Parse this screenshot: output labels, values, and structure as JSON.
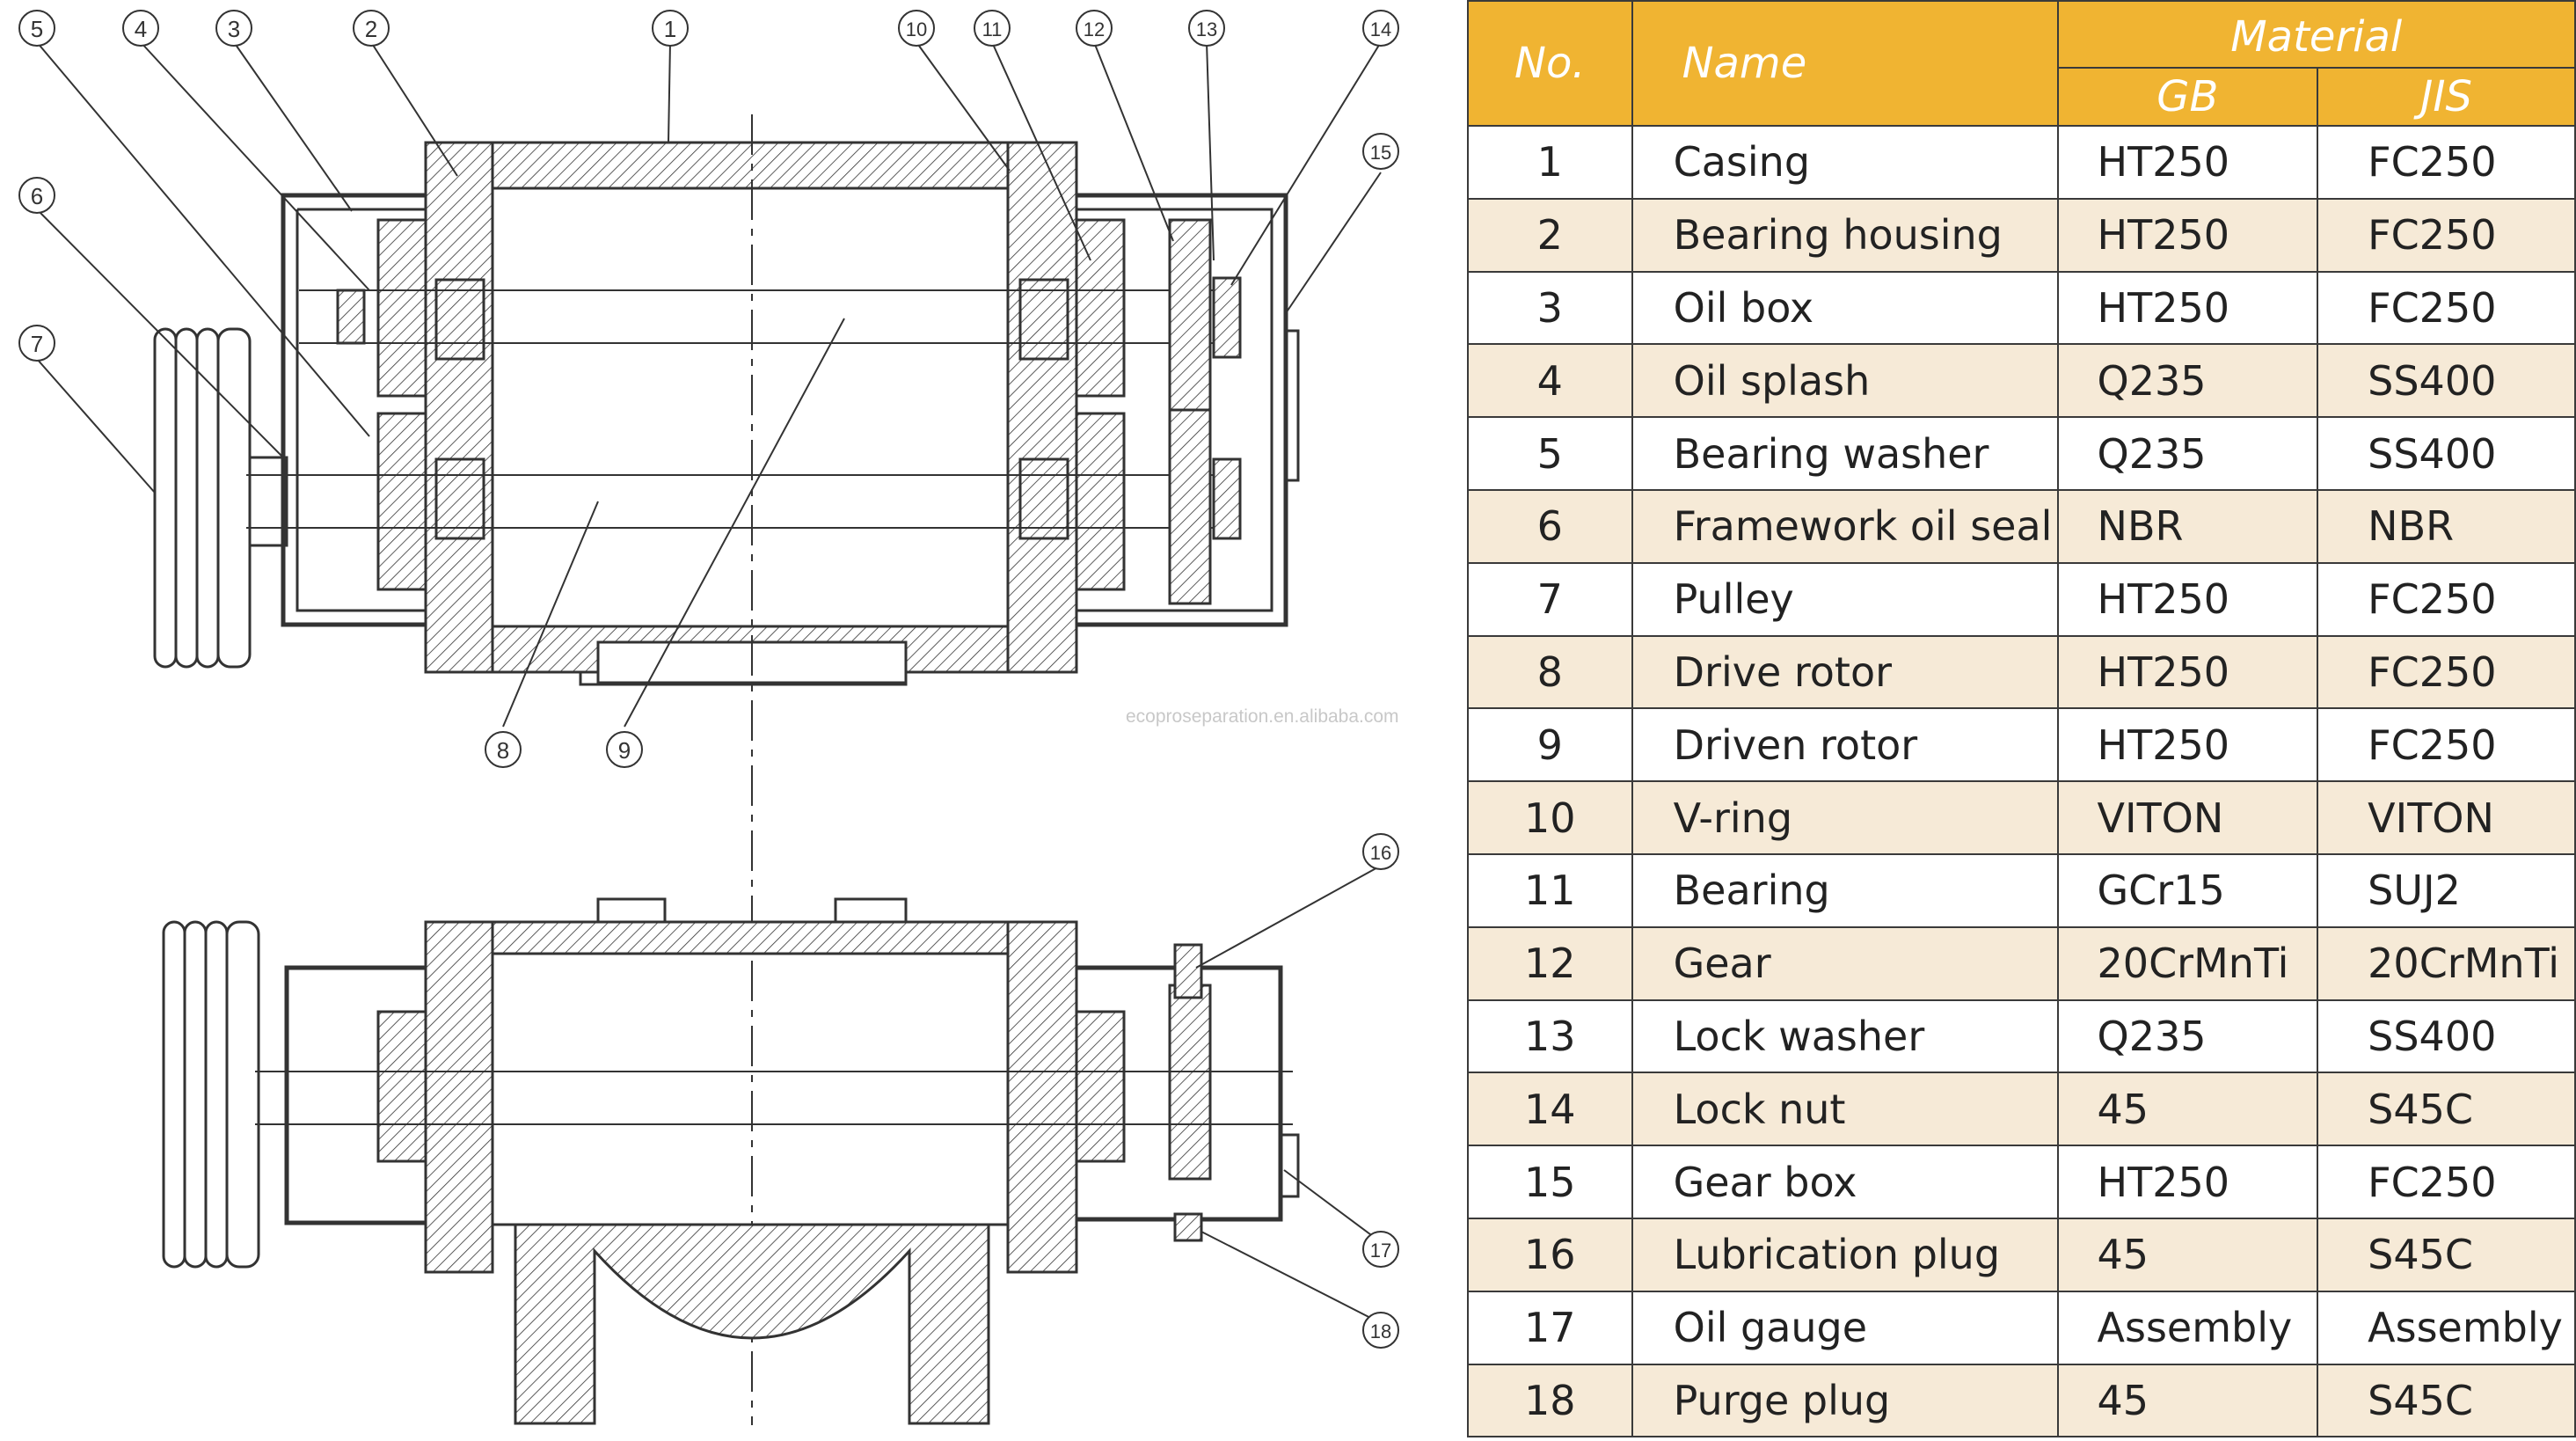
{
  "watermark": "ecoproseparation.en.alibaba.com",
  "callouts": [
    "1",
    "2",
    "3",
    "4",
    "5",
    "6",
    "7",
    "8",
    "9",
    "10",
    "11",
    "12",
    "13",
    "14",
    "15",
    "16",
    "17",
    "18"
  ],
  "table": {
    "headers": {
      "no": "No.",
      "name": "Name",
      "material": "Material",
      "gb": "GB",
      "jis": "JIS"
    },
    "rows": [
      {
        "no": "1",
        "name": "Casing",
        "gb": "HT250",
        "jis": "FC250"
      },
      {
        "no": "2",
        "name": "Bearing housing",
        "gb": "HT250",
        "jis": "FC250"
      },
      {
        "no": "3",
        "name": "Oil box",
        "gb": "HT250",
        "jis": "FC250"
      },
      {
        "no": "4",
        "name": "Oil splash",
        "gb": "Q235",
        "jis": "SS400"
      },
      {
        "no": "5",
        "name": "Bearing washer",
        "gb": "Q235",
        "jis": "SS400"
      },
      {
        "no": "6",
        "name": "Framework oil seal",
        "gb": "NBR",
        "jis": "NBR"
      },
      {
        "no": "7",
        "name": "Pulley",
        "gb": "HT250",
        "jis": "FC250"
      },
      {
        "no": "8",
        "name": "Drive rotor",
        "gb": "HT250",
        "jis": "FC250"
      },
      {
        "no": "9",
        "name": "Driven rotor",
        "gb": "HT250",
        "jis": "FC250"
      },
      {
        "no": "10",
        "name": "V-ring",
        "gb": "VITON",
        "jis": "VITON"
      },
      {
        "no": "11",
        "name": "Bearing",
        "gb": "GCr15",
        "jis": "SUJ2"
      },
      {
        "no": "12",
        "name": "Gear",
        "gb": "20CrMnTi",
        "jis": "20CrMnTi"
      },
      {
        "no": "13",
        "name": "Lock washer",
        "gb": "Q235",
        "jis": "SS400"
      },
      {
        "no": "14",
        "name": "Lock nut",
        "gb": "45",
        "jis": "S45C"
      },
      {
        "no": "15",
        "name": "Gear box",
        "gb": "HT250",
        "jis": "FC250"
      },
      {
        "no": "16",
        "name": "Lubrication plug",
        "gb": "45",
        "jis": "S45C"
      },
      {
        "no": "17",
        "name": "Oil gauge",
        "gb": "Assembly",
        "jis": "Assembly"
      },
      {
        "no": "18",
        "name": "Purge plug",
        "gb": "45",
        "jis": "S45C"
      }
    ]
  }
}
